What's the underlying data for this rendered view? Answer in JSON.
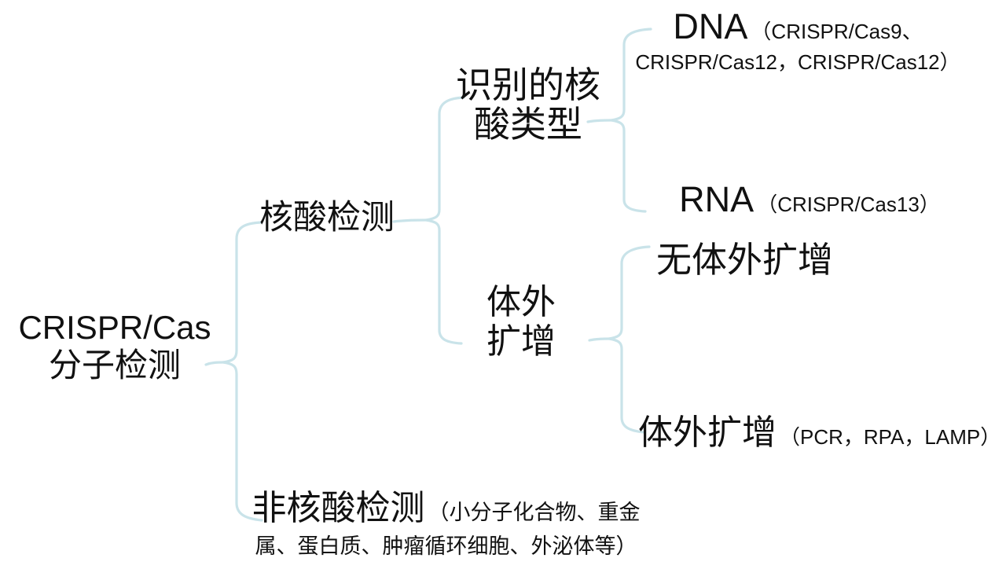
{
  "diagram": {
    "root": {
      "line1": "CRISPR/Cas",
      "line2": "分子检测"
    },
    "nodes": {
      "nucleic": {
        "label": "核酸检测"
      },
      "recognized_type": {
        "line1": "识别的核",
        "line2": "酸类型"
      },
      "dna": {
        "label": "DNA",
        "annotation_line1": "（CRISPR/Cas9、",
        "annotation_line2": "CRISPR/Cas12，CRISPR/Cas12）"
      },
      "rna": {
        "label": "RNA",
        "annotation": "（CRISPR/Cas13）"
      },
      "amplification": {
        "line1": "体外",
        "line2": "扩增"
      },
      "no_amplification": {
        "label": "无体外扩增"
      },
      "with_amplification": {
        "label": "体外扩增",
        "annotation": "（PCR，RPA，LAMP）"
      },
      "non_nucleic": {
        "label": "非核酸检测",
        "annotation_line1": "（小分子化合物、重金",
        "annotation_line2": "属、蛋白质、肿瘤循环细胞、外泌体等）"
      }
    },
    "colors": {
      "connector": "#c9e3e9",
      "text": "#111111",
      "background": "#ffffff"
    }
  }
}
